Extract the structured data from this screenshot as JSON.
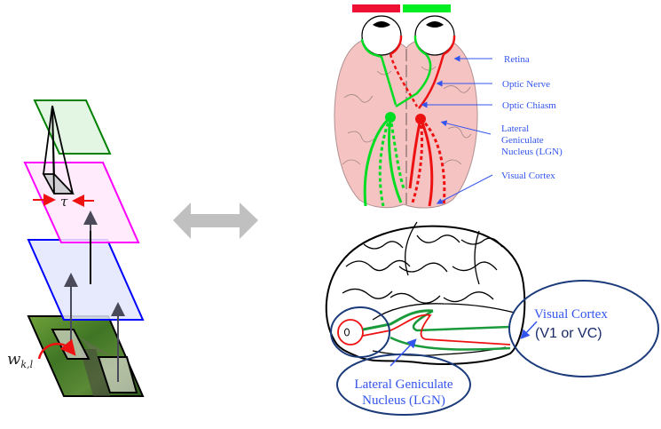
{
  "left_diagram": {
    "title": "Convolutional neural network layers",
    "tau_label": "τ",
    "weight_label_base": "w",
    "weight_label_sub": "k,l",
    "layers": [
      {
        "name": "output-layer",
        "stroke": "#008000",
        "fill": "#e0f5e0"
      },
      {
        "name": "pooling-layer",
        "stroke": "#ff00ff",
        "fill": "#ffe8fb"
      },
      {
        "name": "convolution-layer",
        "stroke": "#0000ff",
        "fill": "#e6e9fb"
      },
      {
        "name": "input-image-layer",
        "stroke": "#000000",
        "fill": "#4f7a2a"
      }
    ]
  },
  "connector": {
    "icon": "double-arrow-icon",
    "color": "#c0c0c0"
  },
  "top_brain": {
    "legend_colors": [
      "#ee1133",
      "#00ee22"
    ],
    "labels": {
      "retina": "Retina",
      "optic_nerve": "Optic Nerve",
      "optic_chiasm": "Optic Chiasm",
      "lgn_line1": "Lateral",
      "lgn_line2": "Geniculate",
      "lgn_line3": "Nucleus  (LGN)",
      "visual_cortex": "Visual Cortex"
    },
    "label_color": "#3355ee",
    "brain_fill": "#f6c3c3"
  },
  "side_brain": {
    "visual_cortex_line1": "Visual Cortex",
    "visual_cortex_line2": "(V1 or VC)",
    "lgn_line1": "Lateral Geniculate",
    "lgn_line2": "Nucleus  (LGN)",
    "ellipse_color": "#1a3a7a",
    "label_color": "#3355ee"
  }
}
